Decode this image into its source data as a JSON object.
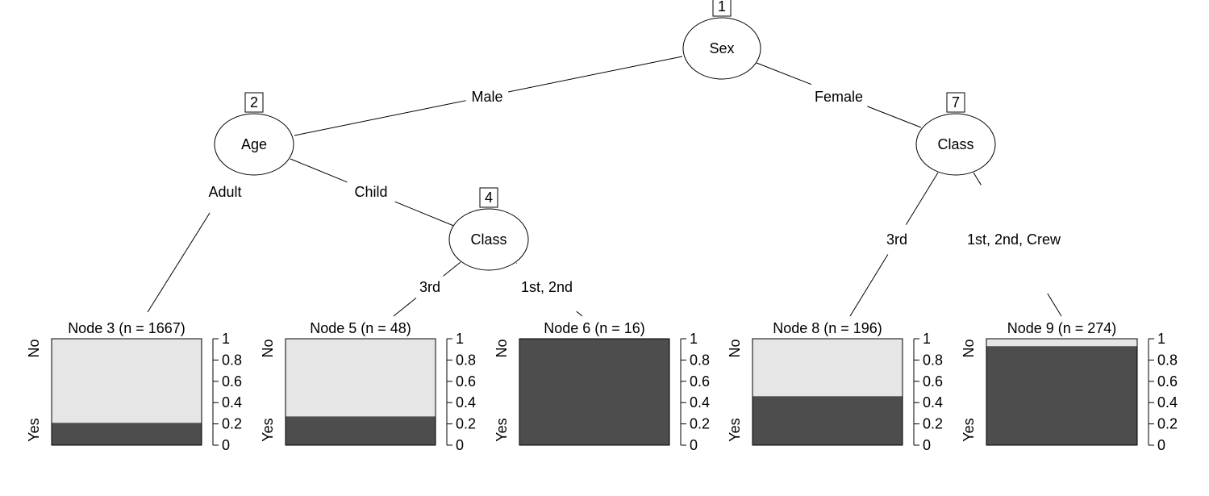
{
  "colors": {
    "yes": "#4d4d4d",
    "no": "#e6e6e6",
    "line": "#000000"
  },
  "inner_nodes": [
    {
      "id": "1",
      "label": "Sex"
    },
    {
      "id": "2",
      "label": "Age"
    },
    {
      "id": "4",
      "label": "Class"
    },
    {
      "id": "7",
      "label": "Class"
    }
  ],
  "edges": [
    {
      "from": "1",
      "to": "2",
      "label": "Male"
    },
    {
      "from": "1",
      "to": "7",
      "label": "Female"
    },
    {
      "from": "2",
      "to": "3",
      "label": "Adult"
    },
    {
      "from": "2",
      "to": "4",
      "label": "Child"
    },
    {
      "from": "4",
      "to": "5",
      "label": "3rd"
    },
    {
      "from": "4",
      "to": "6",
      "label": "1st, 2nd"
    },
    {
      "from": "7",
      "to": "8",
      "label": "3rd"
    },
    {
      "from": "7",
      "to": "9",
      "label": "1st, 2nd, Crew"
    }
  ],
  "leaf_axis": {
    "ticks": [
      "1",
      "0.8",
      "0.6",
      "0.4",
      "0.2",
      "0"
    ],
    "top_label": "No",
    "bottom_label": "Yes"
  },
  "leaves": [
    {
      "id": "3",
      "title": "Node 3 (n = 1667)",
      "yes_fraction": 0.21
    },
    {
      "id": "5",
      "title": "Node 5 (n = 48)",
      "yes_fraction": 0.27
    },
    {
      "id": "6",
      "title": "Node 6 (n = 16)",
      "yes_fraction": 1.0
    },
    {
      "id": "8",
      "title": "Node 8 (n = 196)",
      "yes_fraction": 0.46
    },
    {
      "id": "9",
      "title": "Node 9 (n = 274)",
      "yes_fraction": 0.93
    }
  ]
}
